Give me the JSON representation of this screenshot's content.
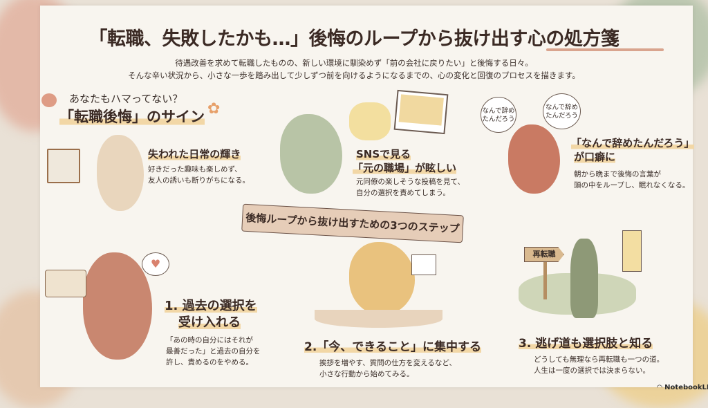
{
  "title": "「転職、失敗したかも…」後悔のループから抜け出す心の処方箋",
  "subtitle": [
    "待遇改善を求めて転職したものの、新しい環境に馴染めず「前の会社に戻りたい」と後悔する日々。",
    "そんな辛い状況から、小さな一歩を踏み出して少しずつ前を向けるようになるまでの、心の変化と回復のプロセスを描きます。"
  ],
  "signs": {
    "kicker": "あなたもハマってない？",
    "heading": "「転職後悔」のサイン",
    "items": [
      {
        "title": "失われた日常の輝き",
        "body": [
          "好きだった趣味も楽しめず、",
          "友人の誘いも断りがちになる。"
        ]
      },
      {
        "title": [
          "SNSで見る",
          "「元の職場」が眩しい"
        ],
        "body": [
          "元同僚の楽しそうな投稿を見て、",
          "自分の選択を責めてしまう。"
        ]
      },
      {
        "title": [
          "「なんで辞めたんだろう」",
          "が口癖に"
        ],
        "body": [
          "朝から晩まで後悔の言葉が",
          "頭の中をループし、眠れなくなる。"
        ]
      }
    ],
    "thought_bubbles": [
      "なんで辞めたんだろう",
      "なんで辞めたんだろう"
    ]
  },
  "banner": "後悔ループから抜け出すための3つのステップ",
  "steps": [
    {
      "title": [
        "1. 過去の選択を",
        "受け入れる"
      ],
      "body": [
        "「あの時の自分にはそれが",
        "最善だった」と過去の自分を",
        "許し、責めるのをやめる。"
      ]
    },
    {
      "title": "2.「今、できること」に集中する",
      "body": [
        "挨拶を増やす、質問の仕方を変えるなど、",
        "小さな行動から始めてみる。"
      ]
    },
    {
      "title": "3. 逃げ道も選択肢と知る",
      "body": [
        "どうしても無理なら再転職も一つの道。",
        "人生は一度の選択では決まらない。"
      ]
    }
  ],
  "signpost": "再転職",
  "watermark": "NotebookLM"
}
